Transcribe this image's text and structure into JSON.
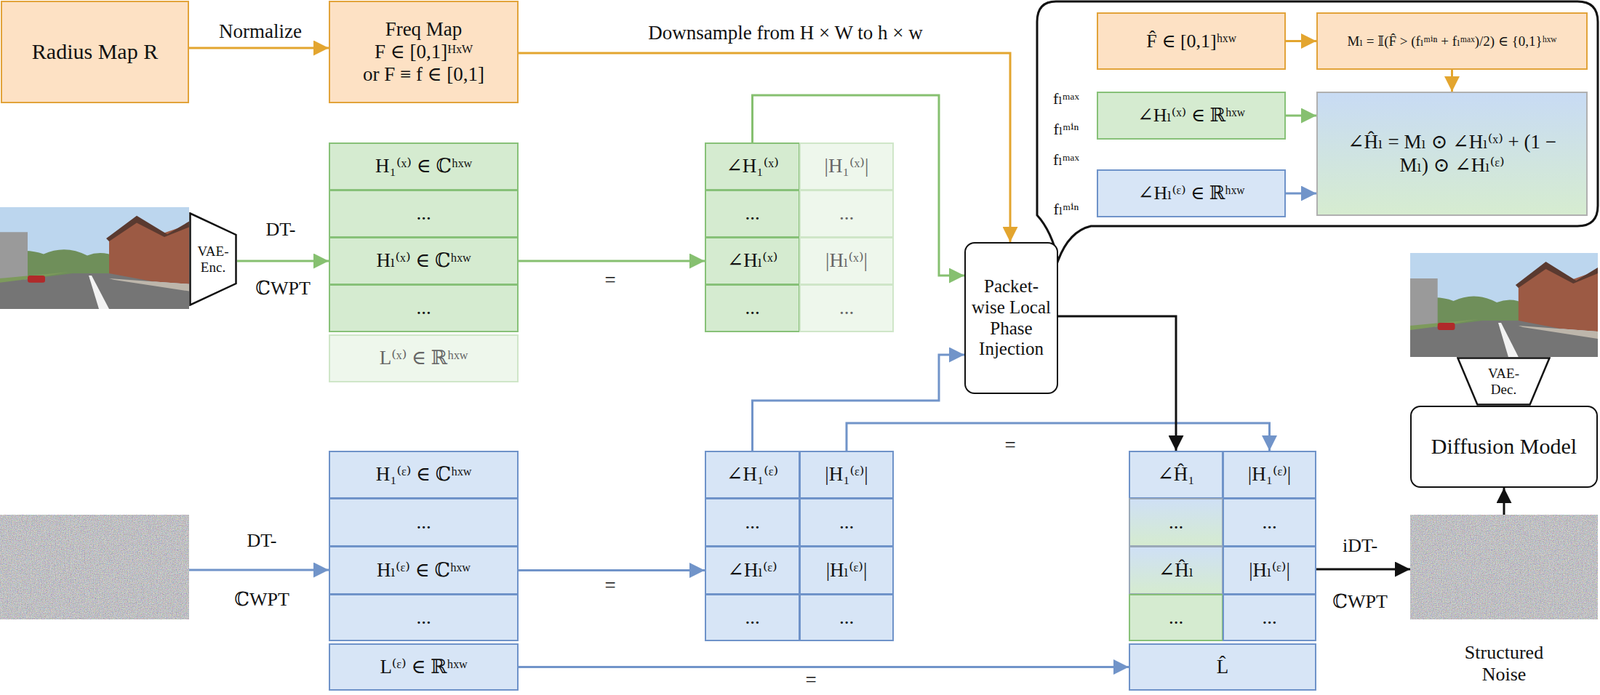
{
  "diagram": {
    "nodes": [
      {
        "text": [
          "Radius Map R"
        ]
      },
      {
        "text": [
          "Freq Map",
          "F ∈ [0,1]ᴴˣᵂ",
          "or F ≡ f ∈ [0,1]"
        ]
      },
      {
        "text": [
          "F̂ ∈ [0,1]ʰˣʷ"
        ]
      },
      {
        "text": [
          "Mₗ = 𝕀(F̂ > (fₗᵐⁱⁿ + fₗᵐᵃˣ)/2) ∈ {0,1}ʰˣʷ"
        ]
      },
      {
        "text": [
          "∠Hₗ⁽ˣ⁾ ∈ ℝʰˣʷ"
        ]
      },
      {
        "text": [
          "∠Ĥₗ = Mₗ ⊙ ∠Hₗ⁽ˣ⁾ + (1 − Mₗ) ⊙ ∠Hₗ⁽ᵋ⁾"
        ]
      },
      {
        "text": [
          "∠Hₗ⁽ᵋ⁾ ∈ ℝʰˣʷ"
        ]
      },
      {
        "text": [
          "VAE-Enc."
        ]
      },
      {
        "text": [
          "H₁⁽ˣ⁾ ∈ ℂʰˣʷ"
        ]
      },
      {
        "text": [
          "..."
        ]
      },
      {
        "text": [
          "Hₗ⁽ˣ⁾ ∈ ℂʰˣʷ"
        ]
      },
      {
        "text": [
          "..."
        ]
      },
      {
        "text": [
          "L⁽ˣ⁾ ∈ ℝʰˣʷ"
        ]
      },
      {
        "text": [
          "∠H₁⁽ˣ⁾"
        ]
      },
      {
        "text": [
          "|H₁⁽ˣ⁾|"
        ]
      },
      {
        "text": [
          "..."
        ]
      },
      {
        "text": [
          "..."
        ]
      },
      {
        "text": [
          "∠Hₗ⁽ˣ⁾"
        ]
      },
      {
        "text": [
          "|Hₗ⁽ˣ⁾|"
        ]
      },
      {
        "text": [
          "..."
        ]
      },
      {
        "text": [
          "..."
        ]
      },
      {
        "text": [
          "Packet-wise Local Phase Injection"
        ]
      },
      {
        "text": [
          "VAE-Dec."
        ]
      },
      {
        "text": [
          "Diffusion Model"
        ]
      },
      {
        "text": [
          "H₁⁽ᵋ⁾ ∈ ℂʰˣʷ"
        ]
      },
      {
        "text": [
          "..."
        ]
      },
      {
        "text": [
          "Hₗ⁽ᵋ⁾ ∈ ℂʰˣʷ"
        ]
      },
      {
        "text": [
          "..."
        ]
      },
      {
        "text": [
          "L⁽ᵋ⁾ ∈ ℝʰˣʷ"
        ]
      },
      {
        "text": [
          "∠H₁⁽ᵋ⁾"
        ]
      },
      {
        "text": [
          "|H₁⁽ᵋ⁾|"
        ]
      },
      {
        "text": [
          "..."
        ]
      },
      {
        "text": [
          "..."
        ]
      },
      {
        "text": [
          "∠Hₗ⁽ᵋ⁾"
        ]
      },
      {
        "text": [
          "|Hₗ⁽ᵋ⁾|"
        ]
      },
      {
        "text": [
          "..."
        ]
      },
      {
        "text": [
          "..."
        ]
      },
      {
        "text": [
          "∠Ĥ₁"
        ]
      },
      {
        "text": [
          "|H₁⁽ᵋ⁾|"
        ]
      },
      {
        "text": [
          "..."
        ]
      },
      {
        "text": [
          "..."
        ]
      },
      {
        "text": [
          "∠Ĥₗ"
        ]
      },
      {
        "text": [
          "|Hₗ⁽ᵋ⁾|"
        ]
      },
      {
        "text": [
          "..."
        ]
      },
      {
        "text": [
          "..."
        ]
      },
      {
        "text": [
          "L̂"
        ]
      }
    ],
    "edges": [
      {
        "from": 0,
        "to": 1,
        "arrow": "to",
        "label": "Normalize"
      },
      {
        "from": 1,
        "to": 21,
        "arrow": "to",
        "label": "Downsample from H × W to h × w"
      },
      {
        "from": 7,
        "to": 10,
        "arrow": "to"
      },
      {
        "from": 10,
        "to": 17,
        "arrow": "to",
        "label": "="
      },
      {
        "from": 13,
        "to": 21,
        "arrow": "to"
      },
      {
        "from": 26,
        "to": 33,
        "arrow": "to",
        "label": "="
      },
      {
        "from": 29,
        "to": 21,
        "arrow": "to"
      },
      {
        "from": 30,
        "to": 38,
        "arrow": "to",
        "label": "="
      },
      {
        "from": 21,
        "to": 37,
        "arrow": "to"
      },
      {
        "from": 28,
        "to": 45,
        "arrow": "to",
        "label": "="
      },
      {
        "from": 2,
        "to": 3,
        "arrow": "to"
      },
      {
        "from": 3,
        "to": 5,
        "arrow": "to"
      },
      {
        "from": 4,
        "to": 5,
        "arrow": "to"
      },
      {
        "from": 6,
        "to": 5,
        "arrow": "to"
      }
    ],
    "labels": [
      "DT-",
      "ℂWPT",
      "DT-",
      "ℂWPT",
      "iDT-",
      "ℂWPT",
      "fₗᵐᵃˣ",
      "fₗᵐⁱⁿ",
      "fₗᵐᵃˣ",
      "fₗᵐⁱⁿ",
      "Structured Noise"
    ]
  }
}
